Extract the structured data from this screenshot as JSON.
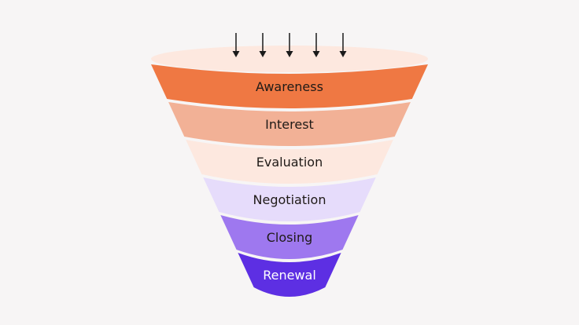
{
  "funnel": {
    "input_arrows": 5,
    "stages": [
      {
        "label": "Awareness",
        "fill": "#ef7843",
        "text": "#1f1a17"
      },
      {
        "label": "Interest",
        "fill": "#f2b196",
        "text": "#1f1a17"
      },
      {
        "label": "Evaluation",
        "fill": "#fde8df",
        "text": "#1f1a17"
      },
      {
        "label": "Negotiation",
        "fill": "#e6dcfb",
        "text": "#1f1a17"
      },
      {
        "label": "Closing",
        "fill": "#9e78ef",
        "text": "#1f1a17"
      },
      {
        "label": "Renewal",
        "fill": "#5d2fe3",
        "text": "#ffffff"
      }
    ],
    "rim_fill": "#fde8df",
    "arrow_color": "#1a1a1a",
    "background": "#f7f5f5"
  }
}
